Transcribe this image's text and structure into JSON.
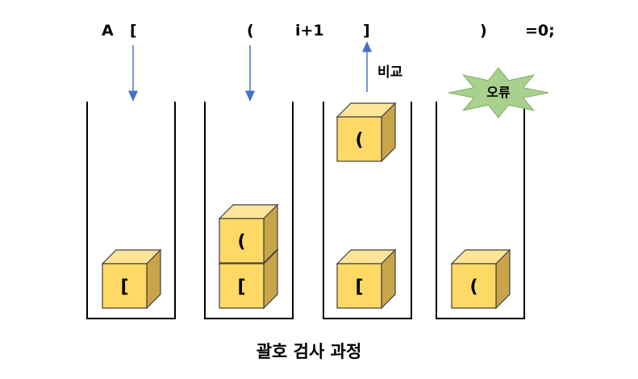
{
  "expression": {
    "tokens": [
      "A",
      "[",
      "(",
      "i+1",
      "]",
      ")",
      "=0;"
    ]
  },
  "stacks": [
    {
      "items": [
        "["
      ]
    },
    {
      "items": [
        "[",
        "("
      ]
    },
    {
      "items": [
        "["
      ],
      "popped": "(",
      "note": "비교"
    },
    {
      "items": [
        "("
      ],
      "error": "오류"
    }
  ],
  "caption": "괄호 검사 과정",
  "colors": {
    "box_front": "#FFD966",
    "box_side": "#C9A54A",
    "box_top": "#FFE599",
    "box_stroke": "#3F3F3F",
    "arrow": "#4472C4",
    "error_star_fill": "#A9D18E",
    "error_star_stroke": "#7FAE62",
    "stack_line": "#000000"
  }
}
